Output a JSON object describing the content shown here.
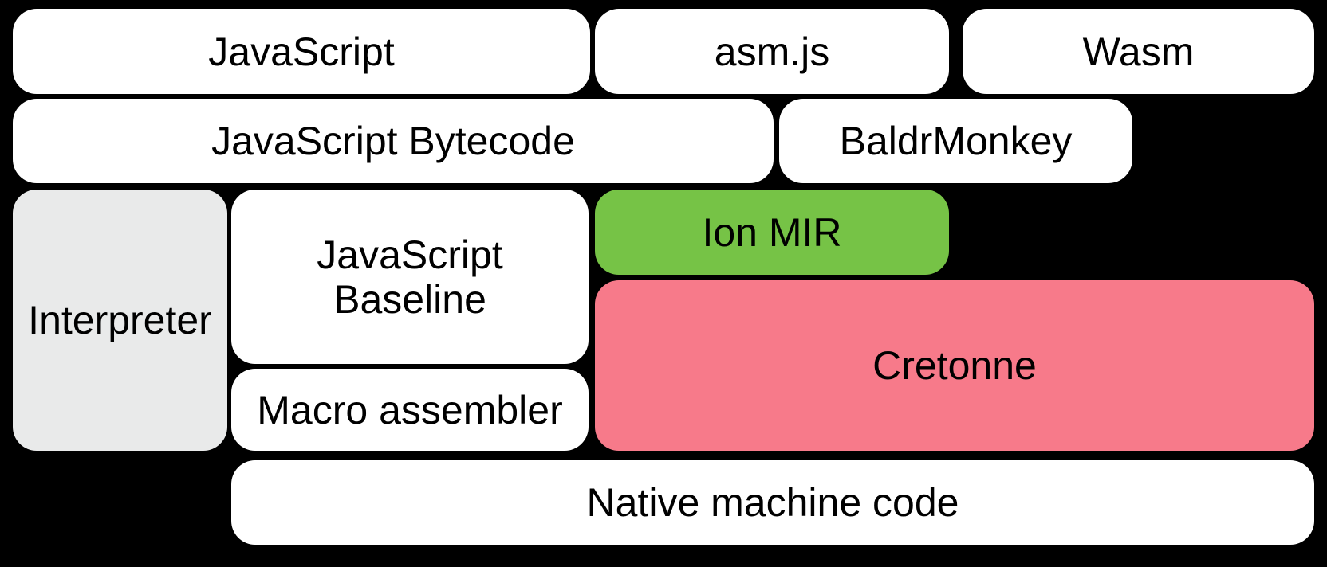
{
  "diagram": {
    "description": "Compiler pipeline diagram on black background with rounded boxes",
    "background_color": "#000000",
    "text_color": "#000000",
    "colors": {
      "default_box": "#FFFFFF",
      "interpreter_box": "#E9EAEA",
      "ion_mir_box": "#76C346",
      "cretonne_box": "#F77A8A"
    },
    "boxes": {
      "javascript": {
        "label": "JavaScript",
        "color": "#FFFFFF"
      },
      "asmjs": {
        "label": "asm.js",
        "color": "#FFFFFF"
      },
      "wasm": {
        "label": "Wasm",
        "color": "#FFFFFF"
      },
      "javascript_bytecode": {
        "label": "JavaScript Bytecode",
        "color": "#FFFFFF"
      },
      "baldrmonkey": {
        "label": "BaldrMonkey",
        "color": "#FFFFFF"
      },
      "interpreter": {
        "label": "Interpreter",
        "color": "#E9EAEA"
      },
      "javascript_baseline": {
        "label": "JavaScript Baseline",
        "color": "#FFFFFF"
      },
      "ion_mir": {
        "label": "Ion MIR",
        "color": "#76C346"
      },
      "cretonne": {
        "label": "Cretonne",
        "color": "#F77A8A"
      },
      "macro_assembler": {
        "label": "Macro assembler",
        "color": "#FFFFFF"
      },
      "native_machine_code": {
        "label": "Native machine code",
        "color": "#FFFFFF"
      }
    }
  }
}
